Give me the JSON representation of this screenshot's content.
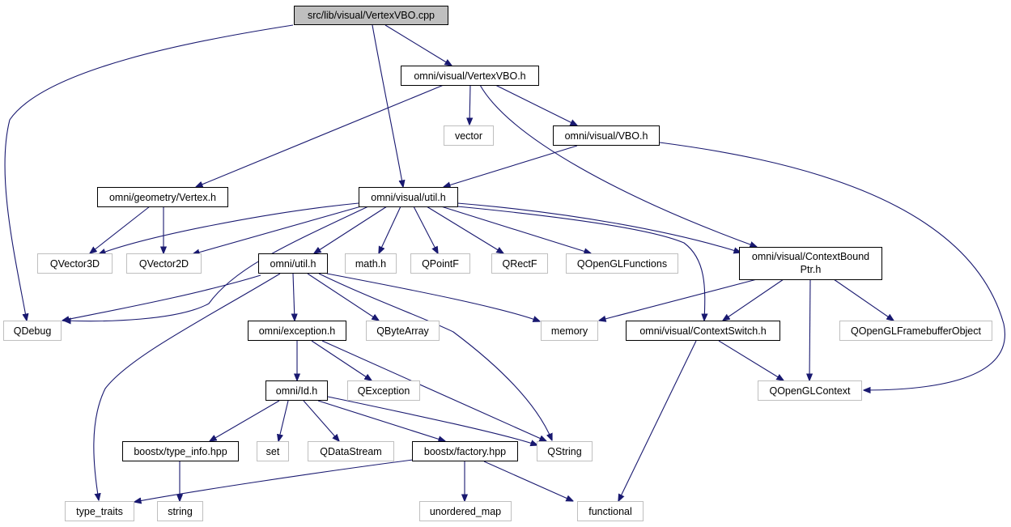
{
  "colors": {
    "edge": "#191970",
    "root_fill": "#bfbfbf",
    "documented_border": "#000000",
    "external_border": "#bfbfbf",
    "external_text": "#000000"
  },
  "nodes": {
    "root": {
      "label": "src/lib/visual/VertexVBO.cpp"
    },
    "vertexvbo_h": {
      "label": "omni/visual/VertexVBO.h"
    },
    "vector": {
      "label": "vector"
    },
    "vbo_h": {
      "label": "omni/visual/VBO.h"
    },
    "geometry_vertex_h": {
      "label": "omni/geometry/Vertex.h"
    },
    "visual_util_h": {
      "label": "omni/visual/util.h"
    },
    "qvector3d": {
      "label": "QVector3D"
    },
    "qvector2d": {
      "label": "QVector2D"
    },
    "omni_util_h": {
      "label": "omni/util.h"
    },
    "math_h": {
      "label": "math.h"
    },
    "qpointf": {
      "label": "QPointF"
    },
    "qrectf": {
      "label": "QRectF"
    },
    "qopenglfunctions": {
      "label": "QOpenGLFunctions"
    },
    "contextboundptr_h": {
      "label_lines": [
        "omni/visual/ContextBound",
        "Ptr.h"
      ]
    },
    "qdebug": {
      "label": "QDebug"
    },
    "exception_h": {
      "label": "omni/exception.h"
    },
    "qbytearray": {
      "label": "QByteArray"
    },
    "memory": {
      "label": "memory"
    },
    "contextswitch_h": {
      "label": "omni/visual/ContextSwitch.h"
    },
    "qopenglframebufferobject": {
      "label": "QOpenGLFramebufferObject"
    },
    "id_h": {
      "label": "omni/Id.h"
    },
    "qexception": {
      "label": "QException"
    },
    "qopenglcontext": {
      "label": "QOpenGLContext"
    },
    "type_info_hpp": {
      "label": "boostx/type_info.hpp"
    },
    "set": {
      "label": "set"
    },
    "qdatastream": {
      "label": "QDataStream"
    },
    "factory_hpp": {
      "label": "boostx/factory.hpp"
    },
    "qstring": {
      "label": "QString"
    },
    "type_traits": {
      "label": "type_traits"
    },
    "string": {
      "label": "string"
    },
    "unordered_map": {
      "label": "unordered_map"
    },
    "functional": {
      "label": "functional"
    }
  }
}
